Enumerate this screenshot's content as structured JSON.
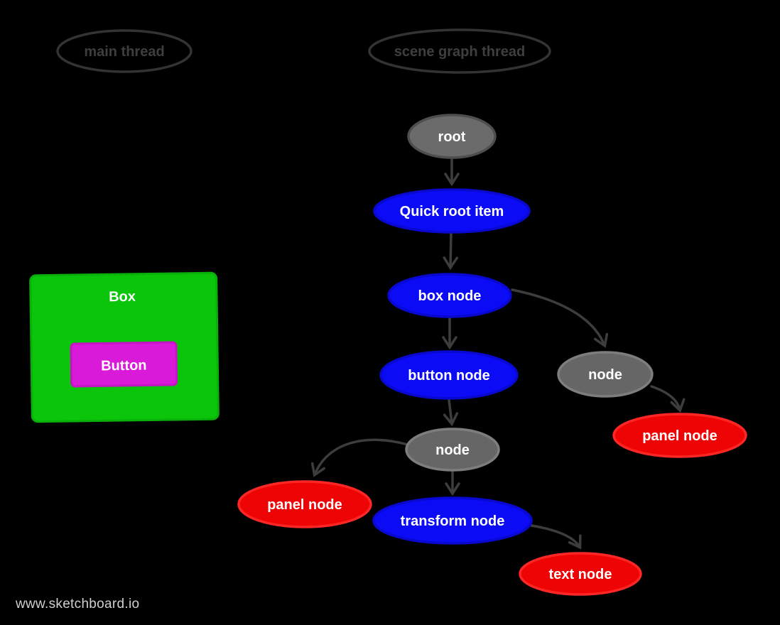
{
  "colors": {
    "background": "#000000",
    "arrow": "#3d3d3d",
    "thread_outline": "#333333",
    "thread_text": "#3e3e3e",
    "node_text": "#ffffff",
    "blue_fill": "#0b0bf5",
    "blue_stroke": "#0808cf",
    "gray_fill": "#6b6b6b",
    "gray_stroke": "#4e4e4e",
    "gray2_fill": "#666666",
    "gray2_stroke": "#7d7d7d",
    "red_fill": "#ee0404",
    "red_stroke": "#ff2626",
    "green_fill": "#0bc50b",
    "green_stroke": "#0ab00a",
    "magenta_fill": "#d91ad9",
    "magenta_stroke": "#c414c4",
    "watermark": "#cfcfcf"
  },
  "threads": {
    "main_label": "main thread",
    "scene_label": "scene graph thread"
  },
  "preview": {
    "box_label": "Box",
    "button_label": "Button"
  },
  "nodes": {
    "root": "root",
    "quick_root_item": "Quick root item",
    "box_node": "box node",
    "button_node": "button node",
    "node_right": "node",
    "panel_node_right": "panel node",
    "node_mid": "node",
    "panel_node_left": "panel node",
    "transform_node": "transform node",
    "text_node": "text node"
  },
  "watermark_text": "www.sketchboard.io"
}
